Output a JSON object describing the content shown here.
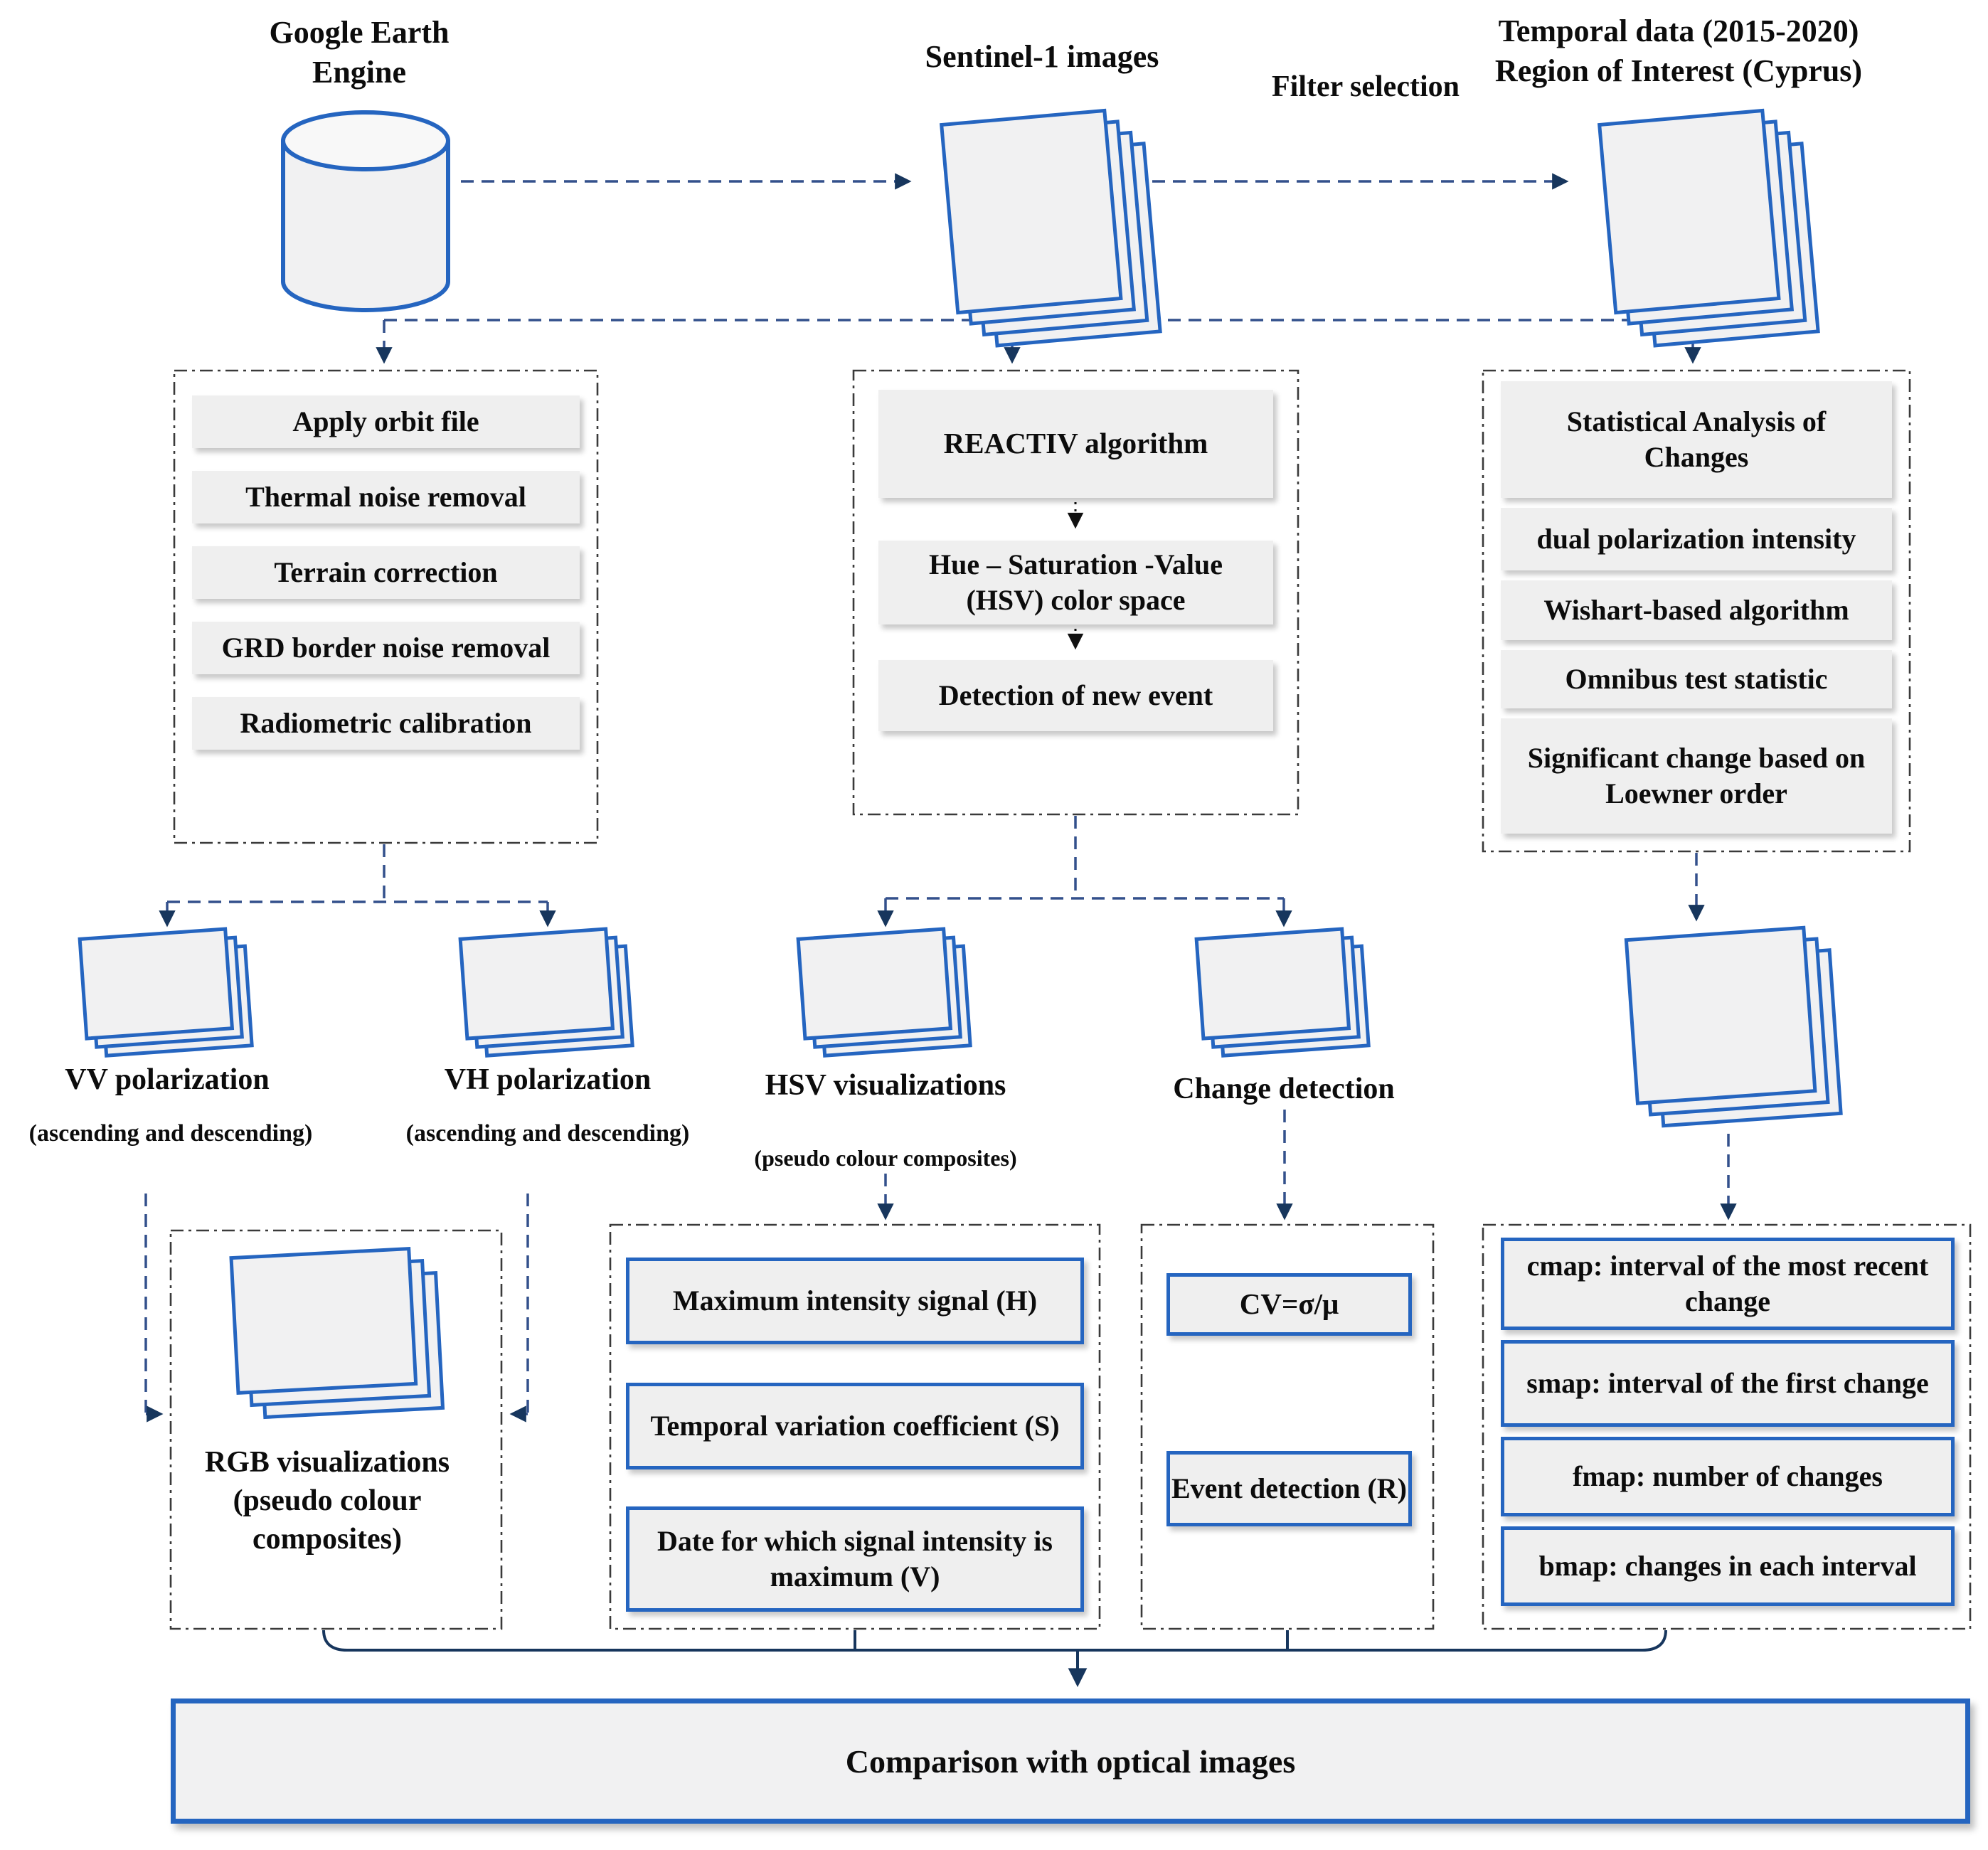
{
  "colors": {
    "accent_blue": "#2565c0",
    "connector_navy": "#17365d",
    "dashed_line": "#33508c",
    "box_fill": "#efefef",
    "page_fill": "#f1f1f2",
    "dashdot_border": "#3a3a3a"
  },
  "titles": {
    "gee": "Google Earth\nEngine",
    "sentinel": "Sentinel-1 images",
    "temporal": "Temporal data (2015-2020)\nRegion of Interest (Cyprus)",
    "filter": "Filter selection"
  },
  "icons": {
    "gee": "database-cylinder-icon",
    "sentinel": "image-stack-icon",
    "temporal": "image-stack-icon"
  },
  "preprocessing": [
    "Apply orbit file",
    "Thermal noise removal",
    "Terrain correction",
    "GRD border noise removal",
    "Radiometric calibration"
  ],
  "reactiv": [
    "REACTIV algorithm",
    "Hue – Saturation -Value\n(HSV) color space",
    "Detection of new event"
  ],
  "statistical": [
    "Statistical Analysis of\nChanges",
    "dual polarization intensity",
    "Wishart-based algorithm",
    "Omnibus test statistic",
    "Significant change based on\nLoewner order"
  ],
  "stacks": {
    "vv": {
      "label": "VV polarization",
      "sublabel": "(ascending and descending)"
    },
    "vh": {
      "label": "VH polarization",
      "sublabel": "(ascending and descending)"
    },
    "hsv": {
      "label": "HSV visualizations",
      "sublabel": "(pseudo colour composites)"
    },
    "change": {
      "label": "Change detection"
    },
    "rgb": {
      "label": "RGB visualizations\n(pseudo colour\ncomposites)"
    }
  },
  "hsv_outputs": [
    "Maximum intensity signal (H)",
    "Temporal variation coefficient (S)",
    "Date for which signal intensity is\nmaximum (V)"
  ],
  "change_outputs": [
    "CV=σ/μ",
    "Event detection (R)"
  ],
  "map_outputs": [
    "cmap: interval of the most recent\nchange",
    "smap: interval of the first change",
    "fmap: number of changes",
    "bmap: changes in each interval"
  ],
  "comparison": "Comparison with optical images"
}
